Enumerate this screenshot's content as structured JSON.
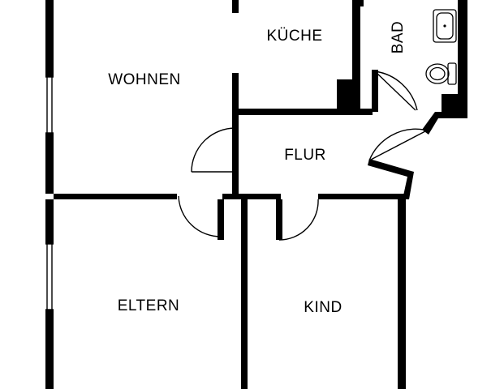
{
  "rooms": {
    "wohnen": "WOHNEN",
    "kueche": "KÜCHE",
    "bad": "BAD",
    "flur": "FLUR",
    "eltern": "ELTERN",
    "kind": "KIND"
  },
  "icons": {
    "wall_color": "#000000",
    "background": "#ffffff",
    "fixtures": [
      "sink-icon",
      "toilet-icon"
    ]
  }
}
